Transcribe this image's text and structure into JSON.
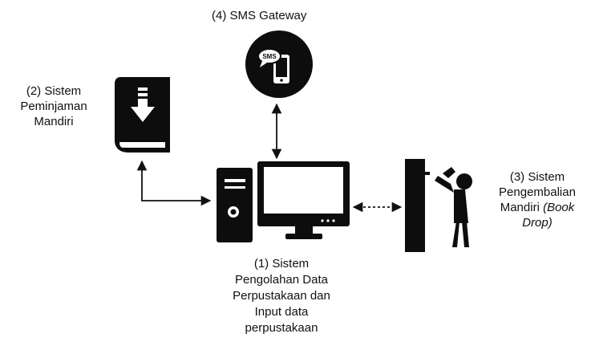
{
  "labels": {
    "sms_gateway": "(4)  SMS Gateway",
    "self_borrow": [
      "(2)  Sistem",
      "Peminjaman",
      "Mandiri"
    ],
    "book_drop": {
      "line1": "(3) Sistem",
      "line2": "Pengembalian",
      "line3_plain": "Mandiri ",
      "line3_italic": "(Book",
      "line4_italic": "Drop)"
    },
    "main_system": [
      "(1)  Sistem",
      "Pengolahan Data",
      "Perpustakaan dan",
      "Input data",
      "perpustakaan"
    ]
  },
  "icons": {
    "sms_badge": "SMS",
    "sms_gateway": "sms-phone-icon",
    "self_borrow": "book-download-icon",
    "main_system": "desktop-computer-icon",
    "book_drop": "person-book-drop-icon"
  },
  "colors": {
    "icon": "#0d0d0d",
    "line": "#111111"
  }
}
